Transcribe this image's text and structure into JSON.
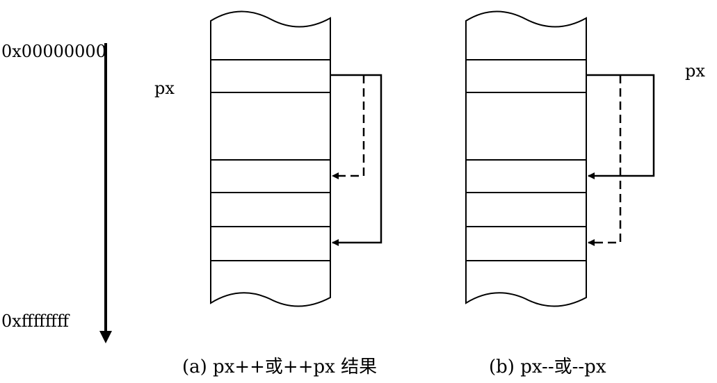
{
  "address_axis": {
    "top_label": "0x00000000",
    "bottom_label": "0xffffffff"
  },
  "panel_a": {
    "pointer_label": "px",
    "caption": "(a) px++或++px 结果"
  },
  "panel_b": {
    "pointer_label": "px",
    "caption": "(b) px--或--px"
  },
  "colors": {
    "ink": "#000000",
    "background": "#ffffff"
  }
}
